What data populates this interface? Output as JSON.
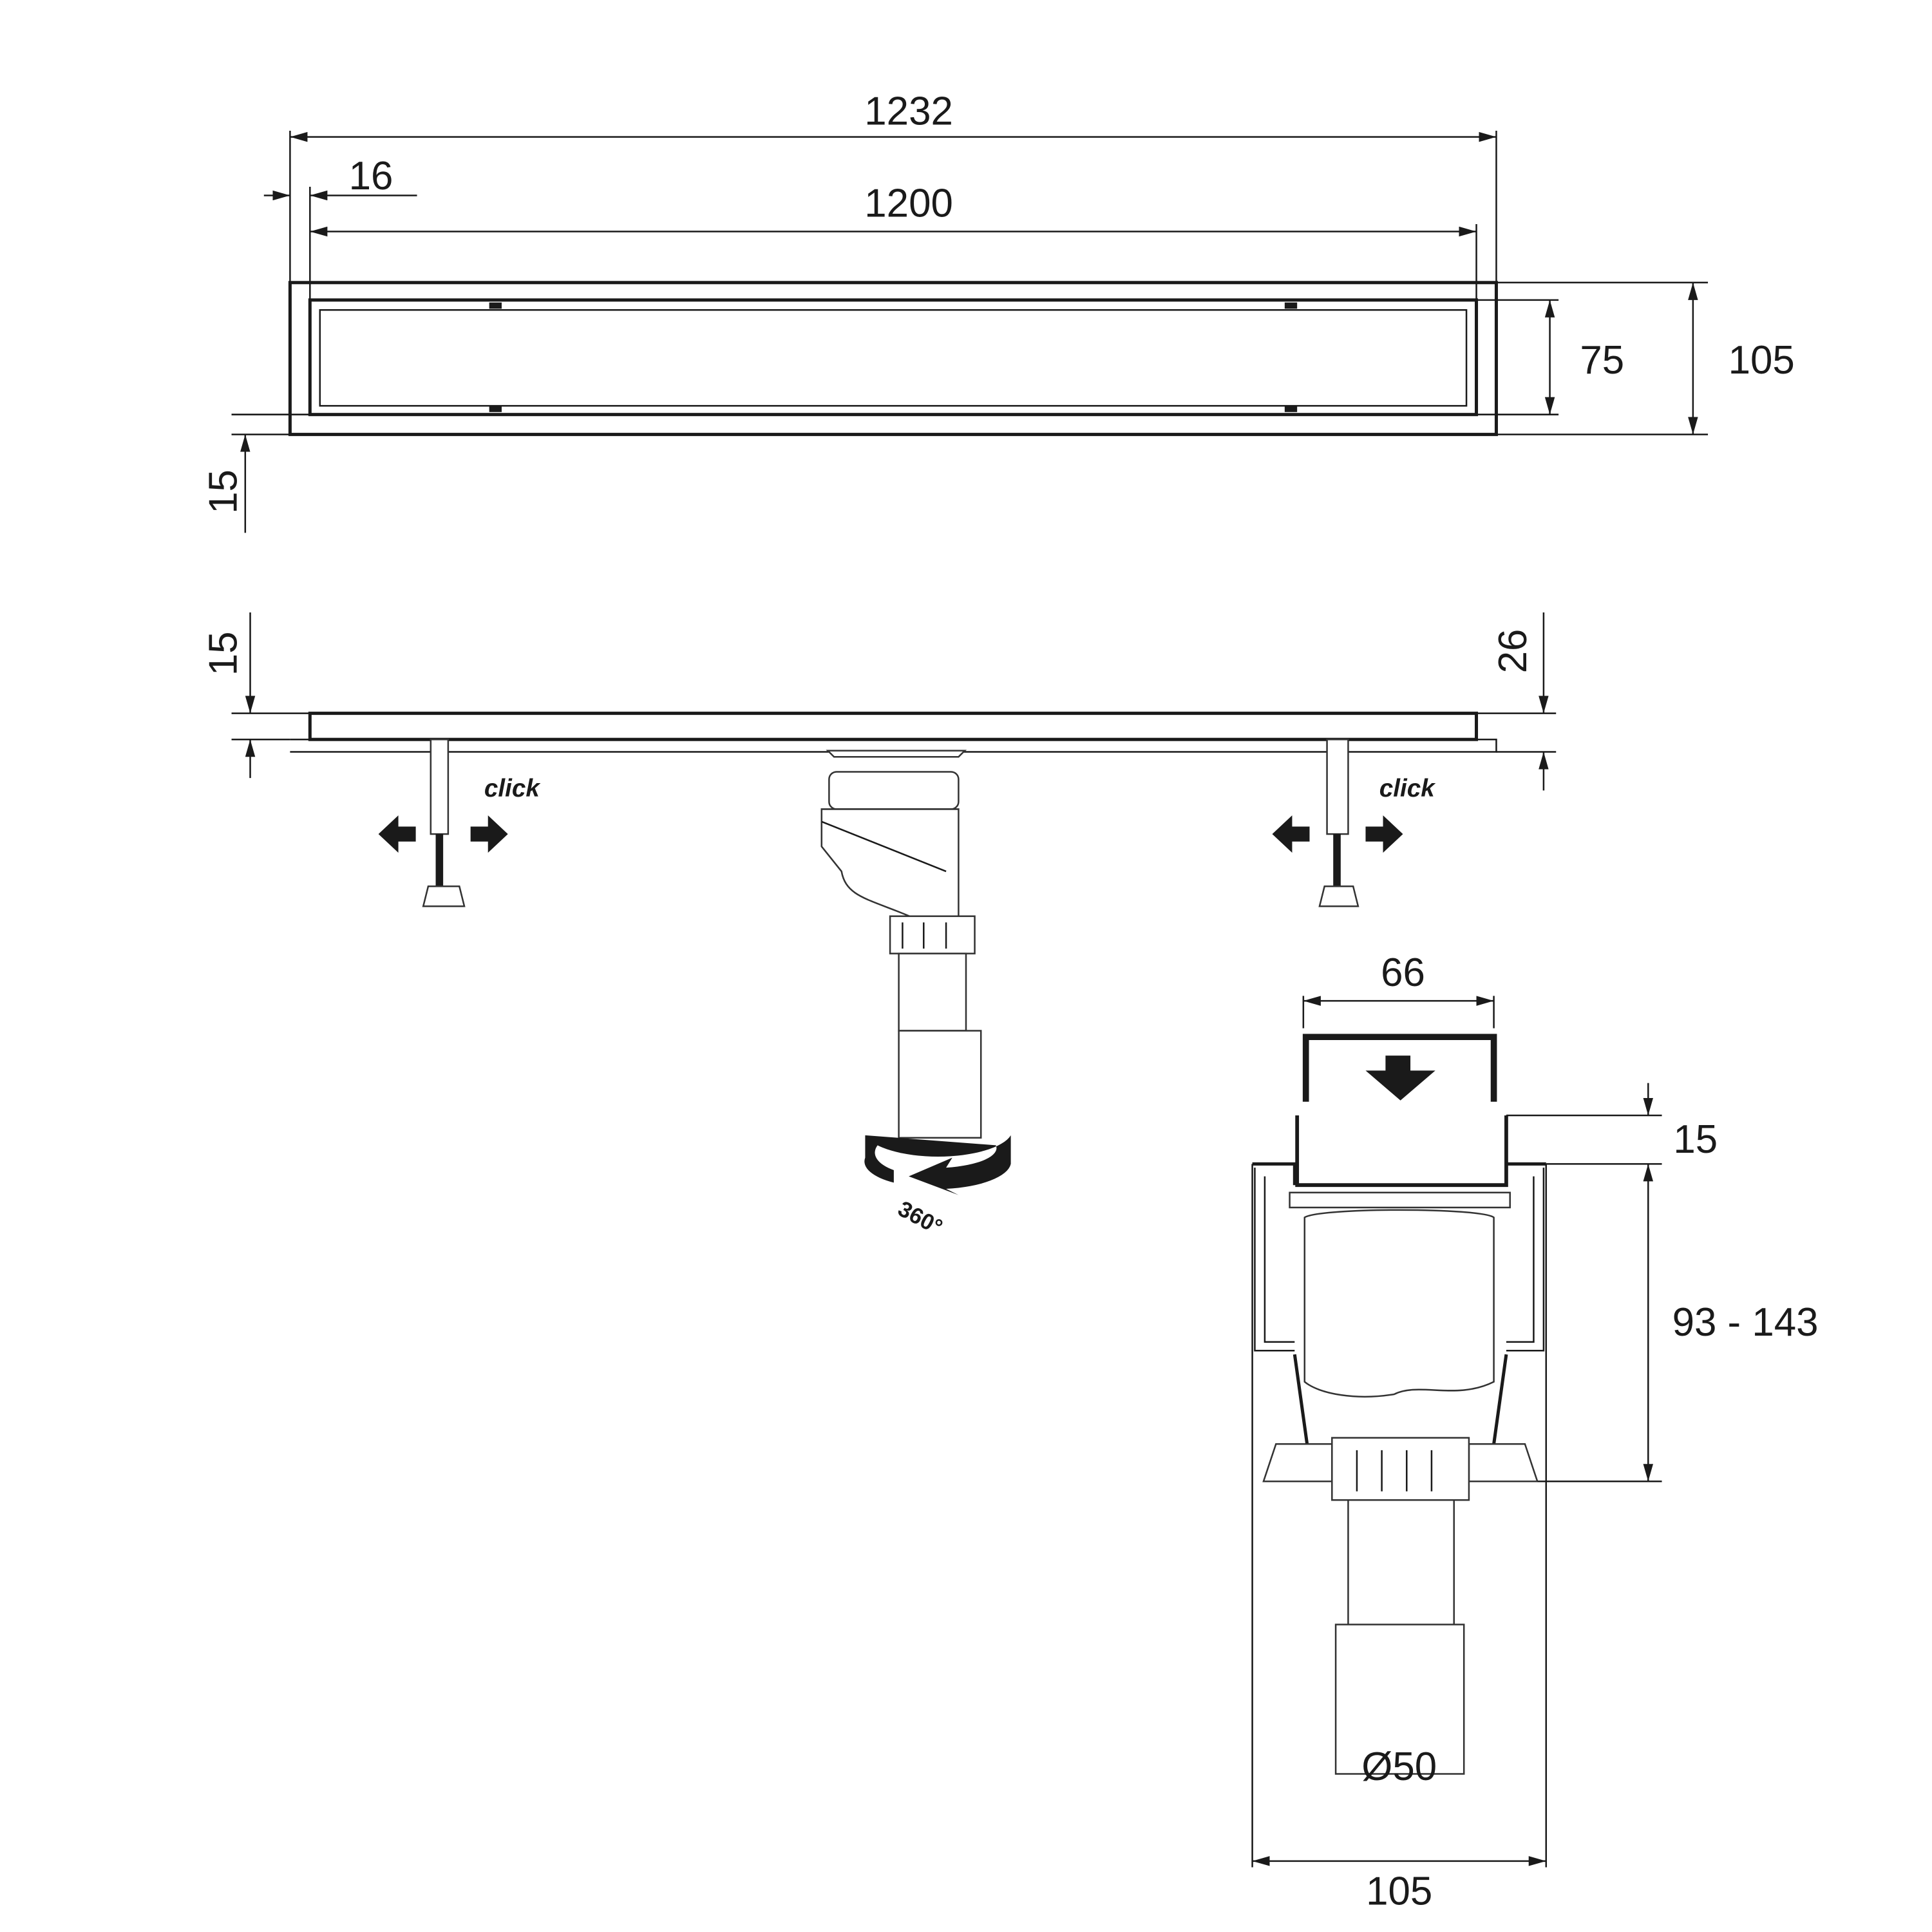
{
  "top_view": {
    "overall_length": "1232",
    "flange_width": "16",
    "grate_length": "1200",
    "grate_width": "75",
    "overall_width": "105",
    "flange_offset": "15"
  },
  "side_view": {
    "top_height": "15",
    "right_height": "26",
    "click_label_left": "click",
    "click_label_right": "click",
    "rotation_label": "360°"
  },
  "section_view": {
    "grate_width": "66",
    "top_height": "15",
    "height_range": "93 - 143",
    "pipe_diameter": "Ø50",
    "overall_width": "105"
  }
}
